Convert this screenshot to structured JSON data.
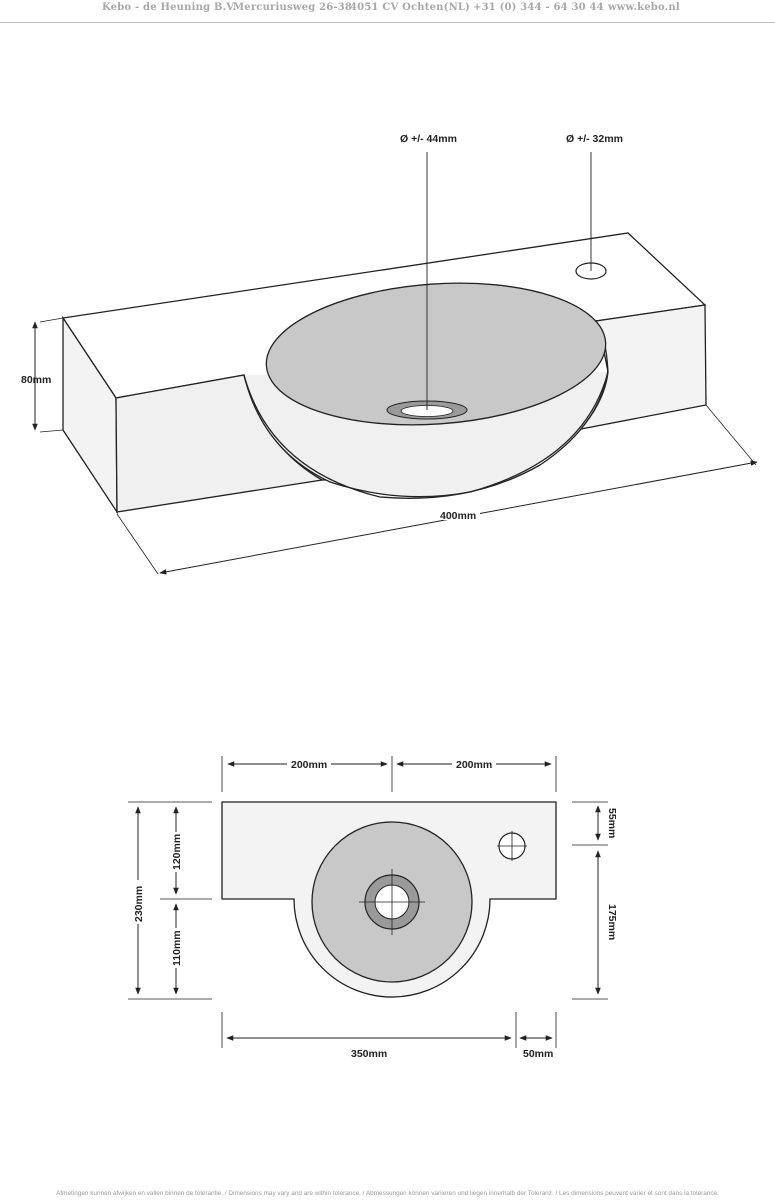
{
  "header": {
    "company": "Kebo - de Heuning B.V.",
    "street": "Mercuriusweg 26-38",
    "city": "4051 CV Ochten(NL)",
    "phone": "+31 (0) 344 - 64 30 44",
    "website": "www.kebo.nl"
  },
  "perspective": {
    "drain_diameter": "Ø +/- 44mm",
    "tap_hole_diameter": "Ø +/- 32mm",
    "height": "80mm",
    "length": "400mm"
  },
  "plan": {
    "top_left": "200mm",
    "top_right": "200mm",
    "right_top": "55mm",
    "right_bottom": "175mm",
    "left_total": "230mm",
    "left_upper": "120mm",
    "left_lower": "110mm",
    "bottom_main": "350mm",
    "bottom_small": "50mm"
  },
  "footer": {
    "disclaimer": "Afmetingen kunnen afwijken en vallen binnen de tolerantie. / Dimensions may vary and are within tolerance. / Abmessungen können variieren und liegen innerhalb der Toleranz. / Les dimensions peuvent varier et sont dans la tolérance."
  }
}
